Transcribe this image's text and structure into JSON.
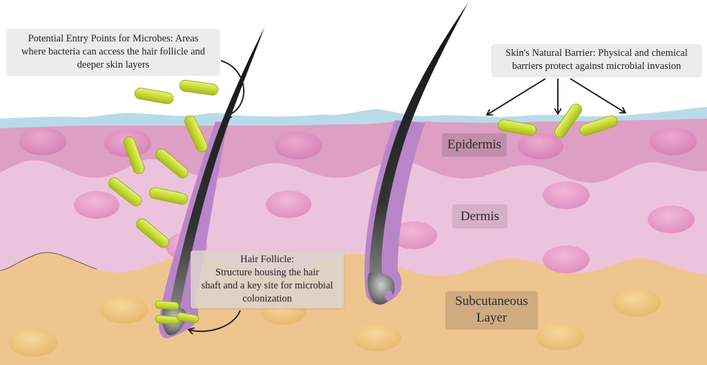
{
  "diagram": {
    "entry_note": {
      "lines": [
        "Potential Entry Points for Microbes: Areas",
        "where bacteria can access the hair follicle and",
        "deeper skin layers"
      ]
    },
    "barrier_note": {
      "lines": [
        "Skin's Natural Barrier: Physical and chemical",
        "barriers protect against microbial invasion"
      ]
    },
    "follicle_note": {
      "lines": [
        "Hair Follicle:",
        "Structure housing the hair",
        "shaft and a key site for microbial",
        "colonization"
      ]
    },
    "layers": {
      "epidermis": "Epidermis",
      "dermis": "Dermis",
      "subcutaneous": [
        "Subcutaneous",
        "Layer"
      ]
    },
    "colors": {
      "barrier": "#b9dbe9",
      "epidermis": "#dd9fc4",
      "dermis": "#ecc3dc",
      "subcutaneous": "#efc58f",
      "bacteria": "#c9dc3a",
      "hair": "#222222",
      "follicle_sheath": "#b886c8"
    }
  }
}
